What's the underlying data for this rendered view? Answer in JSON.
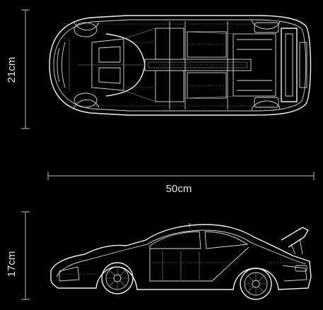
{
  "dimensions": {
    "top_view_height": "21cm",
    "length": "50cm",
    "side_view_height": "17cm"
  },
  "colors": {
    "background": "#000000",
    "linework": "#d9d9d9",
    "text": "#e6e6e6"
  }
}
